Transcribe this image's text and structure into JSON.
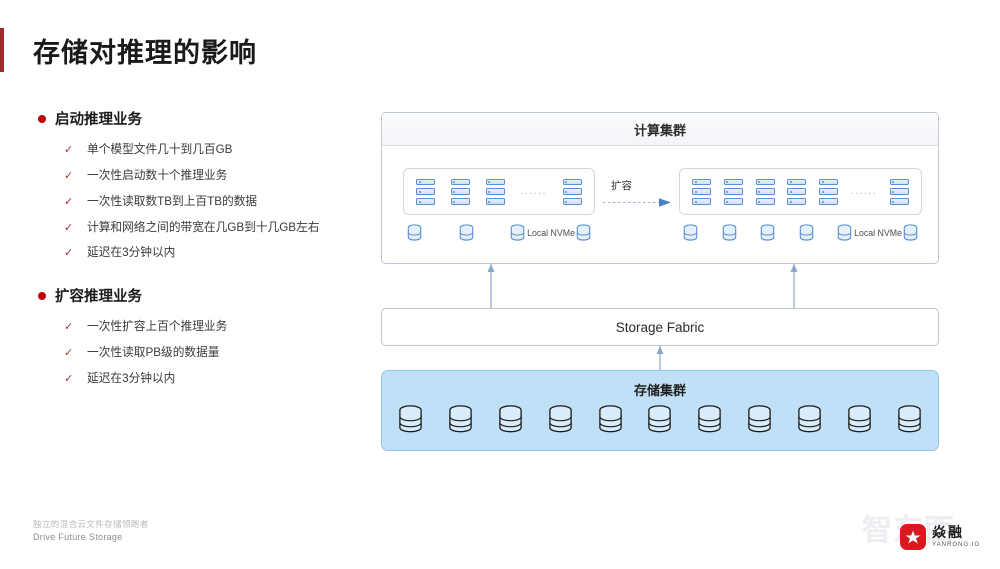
{
  "title": "存储对推理的影响",
  "accent_color": "#9e2a2b",
  "bullet_groups": [
    {
      "heading": "启动推理业务",
      "items": [
        "单个模型文件几十到几百GB",
        "一次性启动数十个推理业务",
        "一次性读取数TB到上百TB的数据",
        "计算和网络之间的带宽在几GB到十几GB左右",
        "延迟在3分钟以内"
      ]
    },
    {
      "heading": "扩容推理业务",
      "items": [
        "一次性扩容上百个推理业务",
        "一次性读取PB级的数据量",
        "延迟在3分钟以内"
      ]
    }
  ],
  "diagram": {
    "compute_cluster": {
      "title": "计算集群",
      "scale_label": "扩容",
      "left_group": {
        "server_count": 4,
        "ellipsis": "......",
        "nvme_count": 4,
        "nvme_label": "Local NVMe"
      },
      "right_group": {
        "server_count": 6,
        "ellipsis": "......",
        "nvme_count": 6,
        "nvme_label": "Local NVMe"
      }
    },
    "storage_fabric": {
      "title": "Storage Fabric"
    },
    "storage_cluster": {
      "title": "存储集群",
      "disk_count": 11
    },
    "colors": {
      "server_blue": "#5b8fd1",
      "disk_blue": "#5b8fd1",
      "cluster_fill": "#bfe0f7",
      "cluster_border": "#93c3e8",
      "box_border": "#bfc8d2",
      "connector": "#8aa9c9"
    }
  },
  "footer": {
    "tagline_cn": "独立的混合云文件存储领跑者",
    "tagline_en": "Drive Future Storage",
    "watermark": "智东西",
    "brand_cn": "焱融",
    "brand_en": "YANRONG.IO"
  }
}
